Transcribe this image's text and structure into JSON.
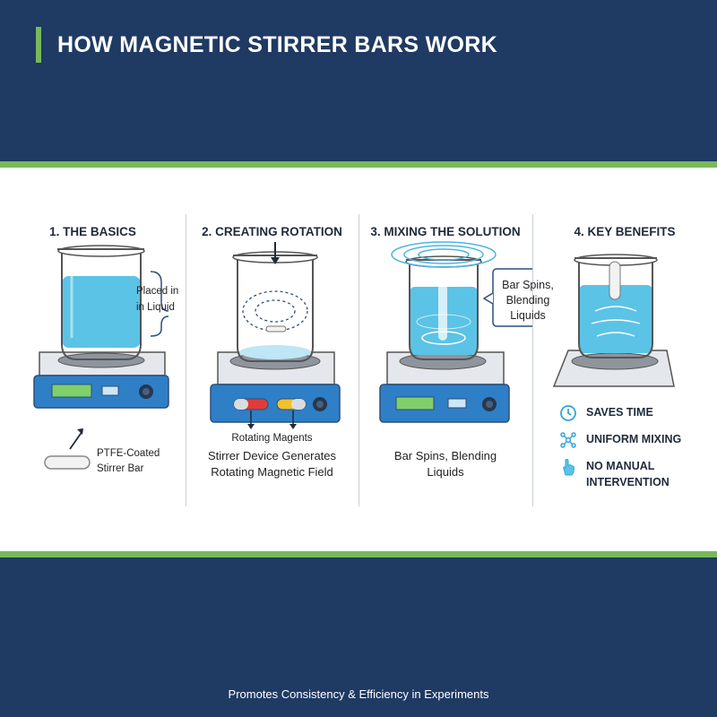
{
  "title": "HOW MAGNETIC STIRRER BARS WORK",
  "footer": "Promotes Consistency & Efficiency in Experiments",
  "colors": {
    "navy": "#1f3a63",
    "green_accent": "#78b95a",
    "liquid": "#5bc3e6",
    "device_blue": "#2f7fc6",
    "display_green": "#7fd06a"
  },
  "panels": [
    {
      "heading": "1. THE BASICS",
      "callout": "Placed in in Liquid",
      "bar_label_line1": "PTFE-Coated",
      "bar_label_line2": "Stirrer Bar"
    },
    {
      "heading": "2. CREATING ROTATION",
      "magnets_label": "Rotating Magents",
      "caption_line1": "Stirrer Device Generates",
      "caption_line2": "Rotating Magnetic Field"
    },
    {
      "heading": "3. MIXING THE SOLUTION",
      "callout_line1": "Bar Spins,",
      "callout_line2": "Blending",
      "callout_line3": "Liquids",
      "caption_line1": "Bar Spins, Blending",
      "caption_line2": "Liquids"
    },
    {
      "heading": "4. KEY BENEFITS",
      "benefits": [
        {
          "icon": "clock-icon",
          "text": "SAVES TIME"
        },
        {
          "icon": "network-icon",
          "text": "UNIFORM MIXING"
        },
        {
          "icon": "hand-icon",
          "text": "NO MANUAL INTERVENTION"
        }
      ]
    }
  ]
}
